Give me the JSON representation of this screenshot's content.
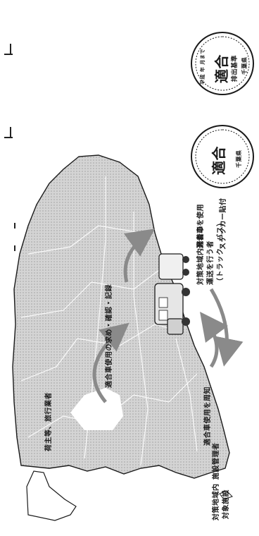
{
  "figure": {
    "labels": {
      "owner": "荷主等、旅行業者",
      "demand": "適合車使用の求め・確認・記録",
      "transport_line1": "対策地域内発着の",
      "transport_line2": "運送を行う者",
      "transport_line3": "（トラック、バス）",
      "use_compliant": "適合車を使用",
      "sticker": "ステッカー貼付",
      "facility_line1": "対策地域内",
      "facility_line2": "対象施設",
      "facility_line3": "施設管理者",
      "demand_facility": "適合車使用を周知"
    },
    "stickers": [
      {
        "top": "平成  年  月まで",
        "main": "適合",
        "sub": "排出基準",
        "bottom": "千葉県"
      },
      {
        "top": "",
        "main": "適合",
        "sub": "",
        "bottom": "千葉県"
      }
    ],
    "colors": {
      "ink": "#1a1a1a",
      "map_fill": "#c8c8c8",
      "arrow": "#9a9a9a"
    }
  }
}
